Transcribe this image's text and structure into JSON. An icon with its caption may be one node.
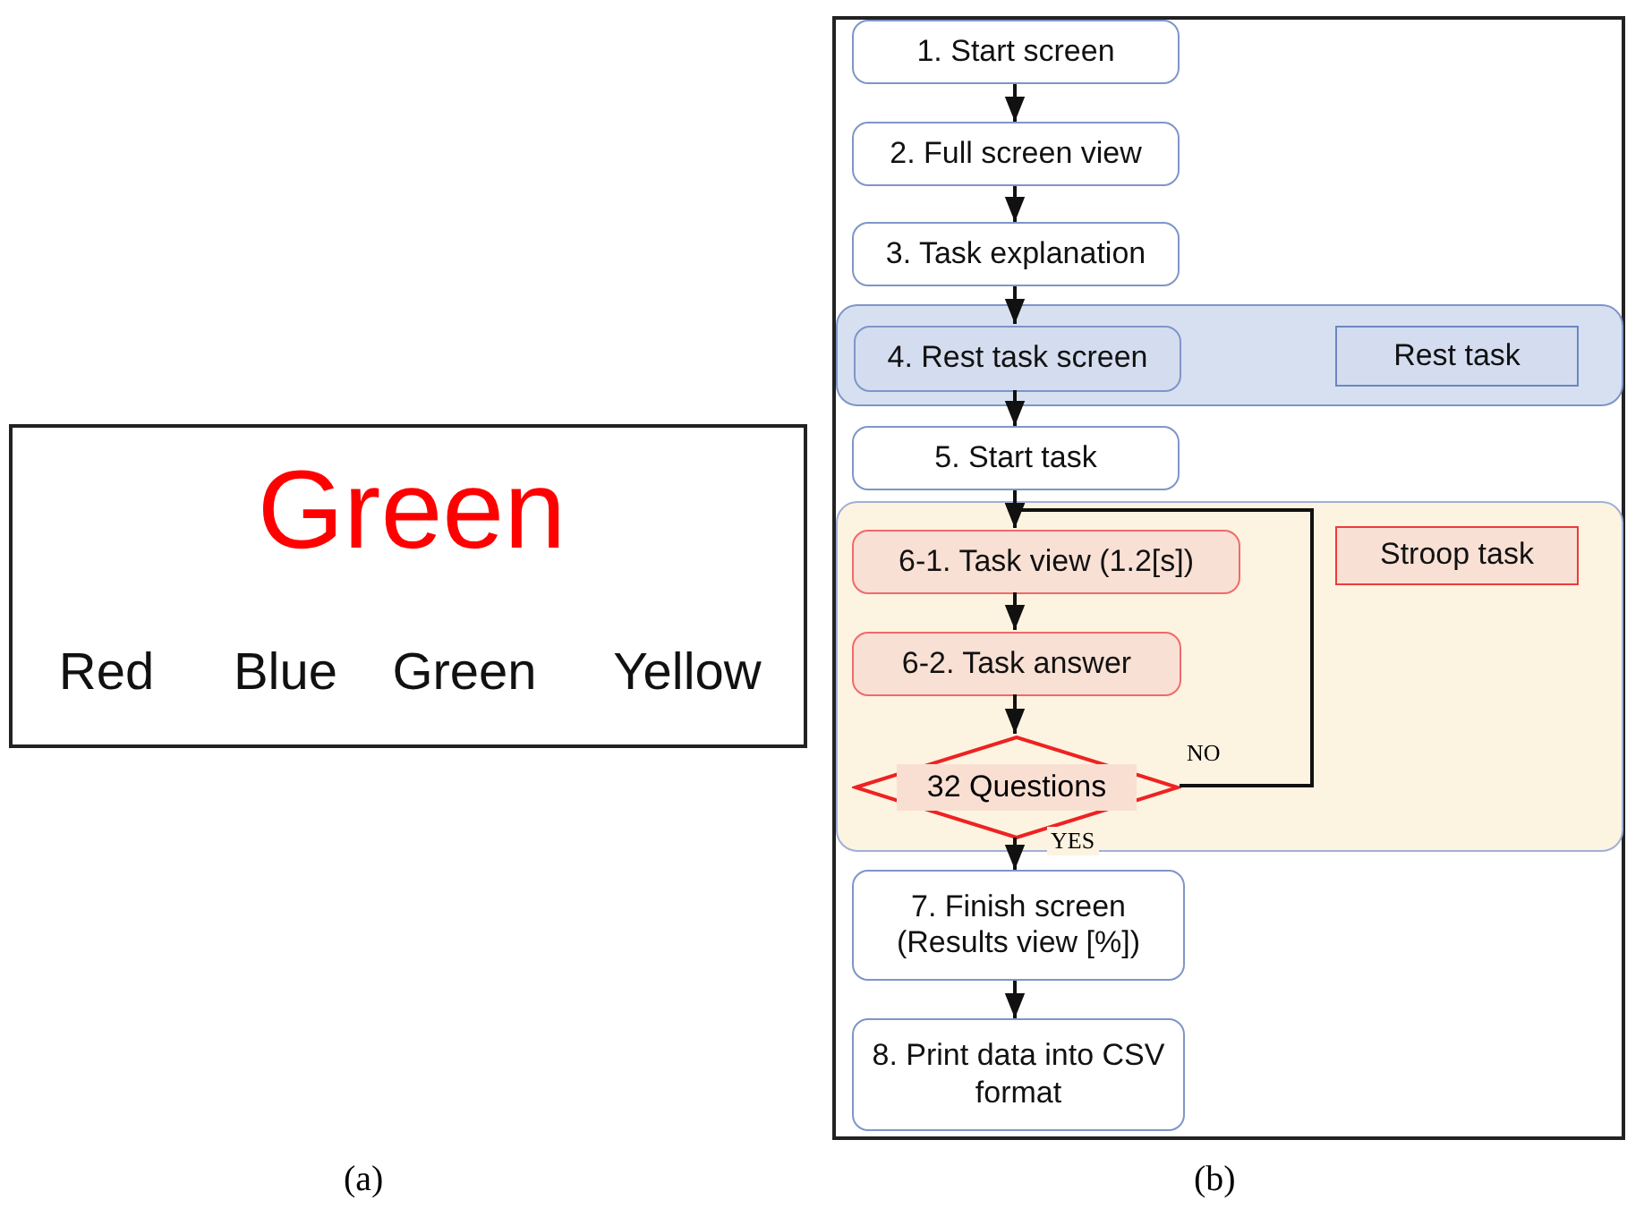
{
  "diagram": {
    "nodes": [
      {
        "text": [
          "Green",
          "Red",
          "Blue",
          "Green",
          "Yellow"
        ]
      },
      {
        "text": [
          "1. Start screen"
        ]
      },
      {
        "text": [
          "2. Full screen view"
        ]
      },
      {
        "text": [
          "3. Task explanation"
        ]
      },
      {
        "text": [],
        "shape": "box"
      },
      {
        "text": [
          "4. Rest task screen"
        ],
        "in": 4
      },
      {
        "text": [
          "Rest task"
        ],
        "in": 4
      },
      {
        "text": [
          "5. Start task"
        ]
      },
      {
        "text": [],
        "shape": "box"
      },
      {
        "text": [
          "6-1. Task view (1.2[s])"
        ],
        "in": 8
      },
      {
        "text": [
          "Stroop task"
        ],
        "in": 8
      },
      {
        "text": [
          "6-2. Task answer"
        ],
        "in": 8
      },
      {
        "text": [
          "32 Questions"
        ],
        "in": 8
      },
      {
        "text": [
          "7. Finish screen (Results view [%])"
        ]
      },
      {
        "text": [
          "8. Print data into CSV format"
        ]
      }
    ],
    "edges": [
      {
        "from": 1,
        "to": 2,
        "arrow": "to"
      },
      {
        "from": 2,
        "to": 3,
        "arrow": "to"
      },
      {
        "from": 3,
        "to": 5,
        "arrow": "to"
      },
      {
        "from": 5,
        "to": 7,
        "arrow": "to"
      },
      {
        "from": 7,
        "to": 9,
        "arrow": "to"
      },
      {
        "from": 9,
        "to": 11,
        "arrow": "to"
      },
      {
        "from": 11,
        "to": 12,
        "arrow": "to"
      },
      {
        "from": 12,
        "to": 9,
        "label": "NO",
        "arrow": "to"
      },
      {
        "from": 12,
        "to": 13,
        "label": "YES",
        "arrow": "to"
      },
      {
        "from": 13,
        "to": 14,
        "arrow": "to"
      }
    ],
    "labels": [
      "(a)",
      "(b)"
    ]
  }
}
